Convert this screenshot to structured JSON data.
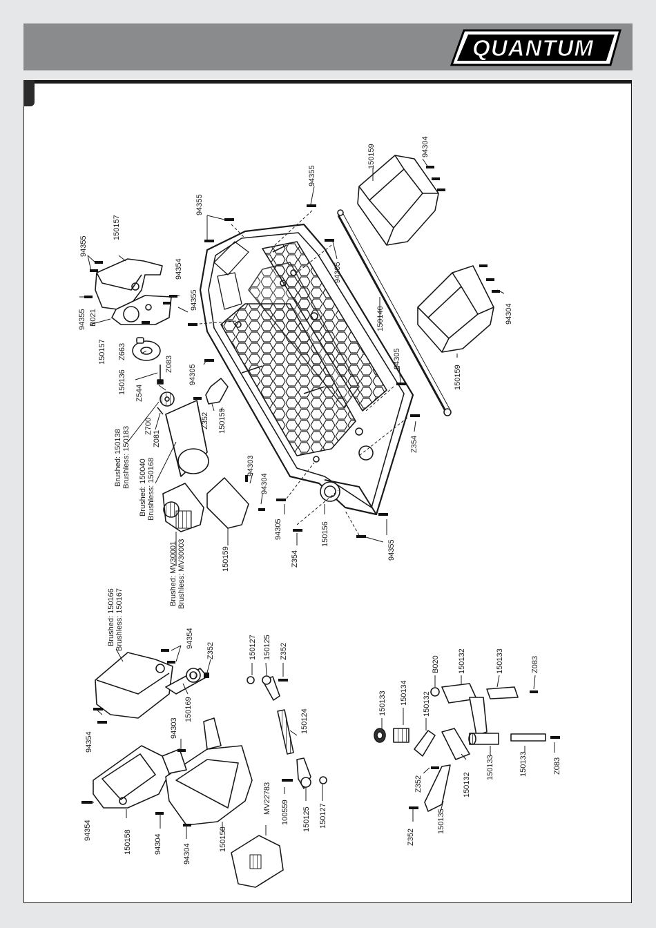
{
  "brand": {
    "logo_text": "QUANTUM"
  },
  "colors": {
    "header_bg": "#8a8b8d",
    "page_bg": "#e6e7e8",
    "ink": "#1a1a1a"
  },
  "labels": {
    "p94355_a": "94355",
    "p150157_a": "150157",
    "p94354_a": "94354",
    "p94355_b": "94355",
    "pB021": "B021",
    "p94355_c": "94355",
    "p150157_b": "150157",
    "pZ663": "Z663",
    "p150136": "150136",
    "pZ544": "Z544",
    "pZ083_a": "Z083",
    "p150138_line1": "Brushed: 150138",
    "p150138_line2": "Brushless: 150183",
    "pZ700": "Z700",
    "pZ081": "Z081",
    "p150040_line1": "Brushed: 150040",
    "p150040_line2": "Brushless: 150168",
    "pMV_line1": "Brushed: MV30001",
    "pMV_line2": "Brushless: MV30003",
    "p94305_a": "94305",
    "pZ352_a": "Z352",
    "p150159_a": "150159",
    "p94303_a": "94303",
    "p94304_a": "94304",
    "p150159_b": "150159",
    "p94355_d": "94355",
    "p94355_e": "94355",
    "p94305_b": "94305",
    "p150159_c": "150159",
    "p94304_b": "94304",
    "p150140": "150140",
    "p94304_c": "94304",
    "p150159_d": "150159",
    "p94305_c": "94305",
    "pZ354_a": "Z354",
    "p94305_d": "94305",
    "pZ354_b": "Z354",
    "p150156": "150156",
    "p94355_f": "94355",
    "p150166_line1": "Brushed: 150166",
    "p150166_line2": "Brushless: 150167",
    "p94354_b": "94354",
    "pZ352_b": "Z352",
    "p150169": "150169",
    "p94354_c": "94354",
    "p94303_b": "94303",
    "p150127_a": "150127",
    "p150125_a": "150125",
    "pZ352_c": "Z352",
    "p150124": "150124",
    "p94354_d": "94354",
    "p150158_a": "150158",
    "p94304_d": "94304",
    "p94304_e": "94304",
    "p150158_b": "150158",
    "pMV22783": "MV22783",
    "p100559": "100559",
    "p150125_b": "150125",
    "p150127_b": "150127",
    "p150133_a": "150133",
    "p150134": "150134",
    "p150132_a": "150132",
    "pB020": "B020",
    "p150132_b": "150132",
    "p150133_b": "150133",
    "pZ083_b": "Z083",
    "pZ352_d": "Z352",
    "p150132_c": "150132",
    "p150133_c": "150133",
    "p150133_d": "150133",
    "pZ083_c": "Z083",
    "pZ352_e": "Z352",
    "p150135": "150135"
  }
}
